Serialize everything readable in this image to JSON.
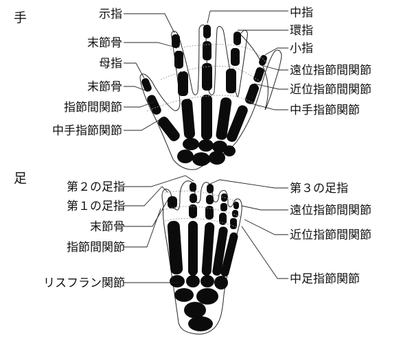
{
  "hand": {
    "section_title": "手",
    "labels": {
      "index_finger": "示指",
      "middle_finger": "中指",
      "ring_finger": "環指",
      "little_finger": "小指",
      "distal_phalanx_left": "末節骨",
      "thumb": "母指",
      "distal_phalanx_thumb": "末節骨",
      "ip_joint": "指節間関節",
      "mcp_joint_left": "中手指節関節",
      "dip_joint": "遠位指節間関節",
      "pip_joint": "近位指節間関節",
      "mcp_joint_right": "中手指節関節"
    }
  },
  "foot": {
    "section_title": "足",
    "labels": {
      "second_toe": "第２の足指",
      "first_toe": "第１の足指",
      "third_toe": "第３の足指",
      "distal_phalanx": "末節骨",
      "ip_joint": "指節間関節",
      "lisfranc_joint": "リスフラン関節",
      "dip_joint": "遠位指節間関節",
      "pip_joint": "近位指節間関節",
      "mtp_joint": "中足指節関節"
    }
  }
}
